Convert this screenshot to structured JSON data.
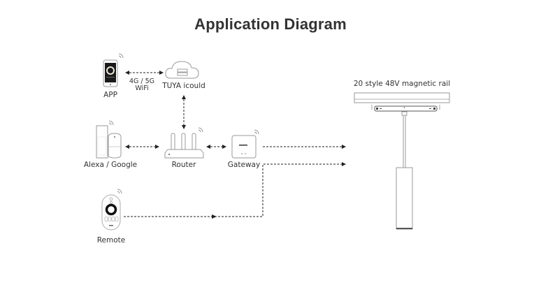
{
  "title": "Application Diagram",
  "nodes": {
    "app": {
      "label": "APP",
      "icon": "smartphone-icon"
    },
    "cloud": {
      "label": "TUYA icould",
      "icon": "cloud-server-icon"
    },
    "alexa": {
      "label": "Alexa / Google",
      "icon": "smart-speaker-icon"
    },
    "router": {
      "label": "Router",
      "icon": "router-icon"
    },
    "gateway": {
      "label": "Gateway",
      "icon": "gateway-icon"
    },
    "remote": {
      "label": "Remote",
      "icon": "remote-control-icon"
    },
    "rail": {
      "label": "20 style 48V magnetic rail",
      "icon": "pendant-light-icon"
    }
  },
  "links": {
    "app_cloud": {
      "line1": "4G / 5G",
      "line2": "WiFi"
    }
  }
}
